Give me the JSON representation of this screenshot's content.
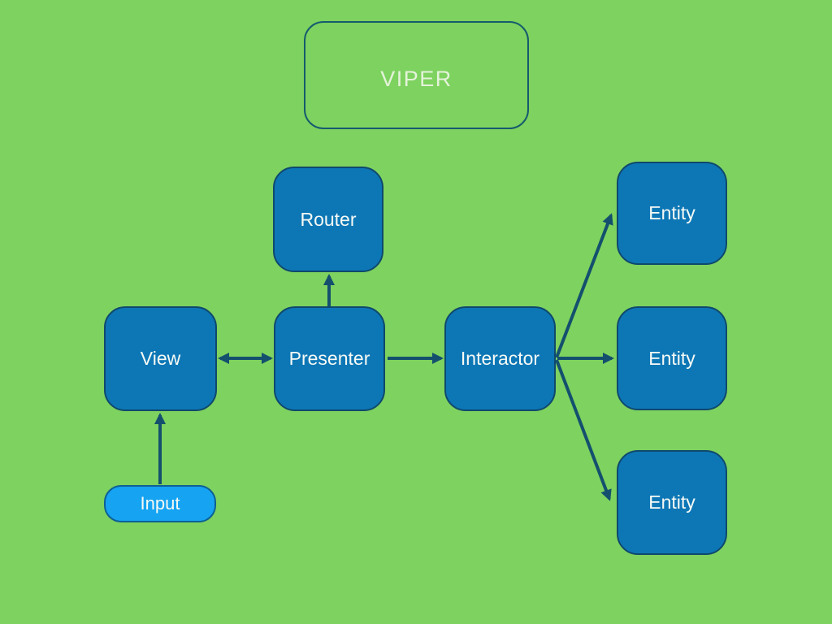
{
  "diagram": {
    "type": "architecture-diagram",
    "title": "VIPER",
    "colors": {
      "background": "#7ed25f",
      "node_fill": "#0d77b6",
      "node_border": "#0f496d",
      "node_text": "#f7faf5",
      "arrow": "#14506e",
      "title_border": "#155b6e",
      "title_text": "#e4f3da",
      "input_fill": "#15a3f2",
      "input_border": "#0e6094"
    },
    "nodes": [
      {
        "id": "router",
        "label": "Router"
      },
      {
        "id": "view",
        "label": "View"
      },
      {
        "id": "presenter",
        "label": "Presenter"
      },
      {
        "id": "interactor",
        "label": "Interactor"
      },
      {
        "id": "entity-top",
        "label": "Entity"
      },
      {
        "id": "entity-middle",
        "label": "Entity"
      },
      {
        "id": "entity-bottom",
        "label": "Entity"
      },
      {
        "id": "input",
        "label": "Input"
      }
    ],
    "edges": [
      {
        "from": "presenter",
        "to": "router",
        "style": "arrow"
      },
      {
        "from": "view",
        "to": "presenter",
        "style": "double-arrow"
      },
      {
        "from": "presenter",
        "to": "interactor",
        "style": "arrow"
      },
      {
        "from": "interactor",
        "to": "entity-top",
        "style": "arrow"
      },
      {
        "from": "interactor",
        "to": "entity-middle",
        "style": "arrow"
      },
      {
        "from": "interactor",
        "to": "entity-bottom",
        "style": "arrow"
      },
      {
        "from": "input",
        "to": "view",
        "style": "arrow"
      }
    ]
  }
}
